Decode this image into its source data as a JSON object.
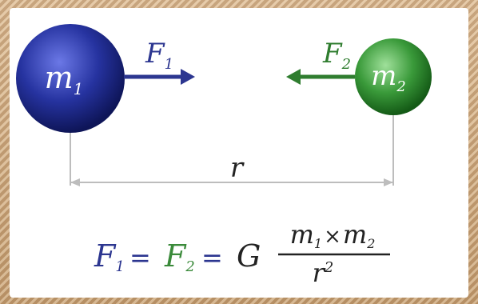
{
  "colors": {
    "mass1": "#1f2a8a",
    "mass2": "#2f8a32",
    "force1": "#2c3690",
    "force2": "#2f7d2f",
    "formula_f1": "#2c3690",
    "formula_f2": "#3a8a3a",
    "text": "#222222",
    "line": "#bdbdbd"
  },
  "mass1": {
    "symbol": "m",
    "sub": "1"
  },
  "mass2": {
    "symbol": "m",
    "sub": "2"
  },
  "force1": {
    "symbol": "F",
    "sub": "1"
  },
  "force2": {
    "symbol": "F",
    "sub": "2"
  },
  "distance": {
    "symbol": "r"
  },
  "formula": {
    "lhs": {
      "symbol": "F",
      "sub": "1"
    },
    "eq1": "=",
    "mid": {
      "symbol": "F",
      "sub": "2"
    },
    "eq2": "=",
    "constant": "G",
    "numerator": {
      "a": "m",
      "a_sub": "1",
      "op": "×",
      "b": "m",
      "b_sub": "2"
    },
    "denominator": {
      "base": "r",
      "exp": "2"
    }
  }
}
